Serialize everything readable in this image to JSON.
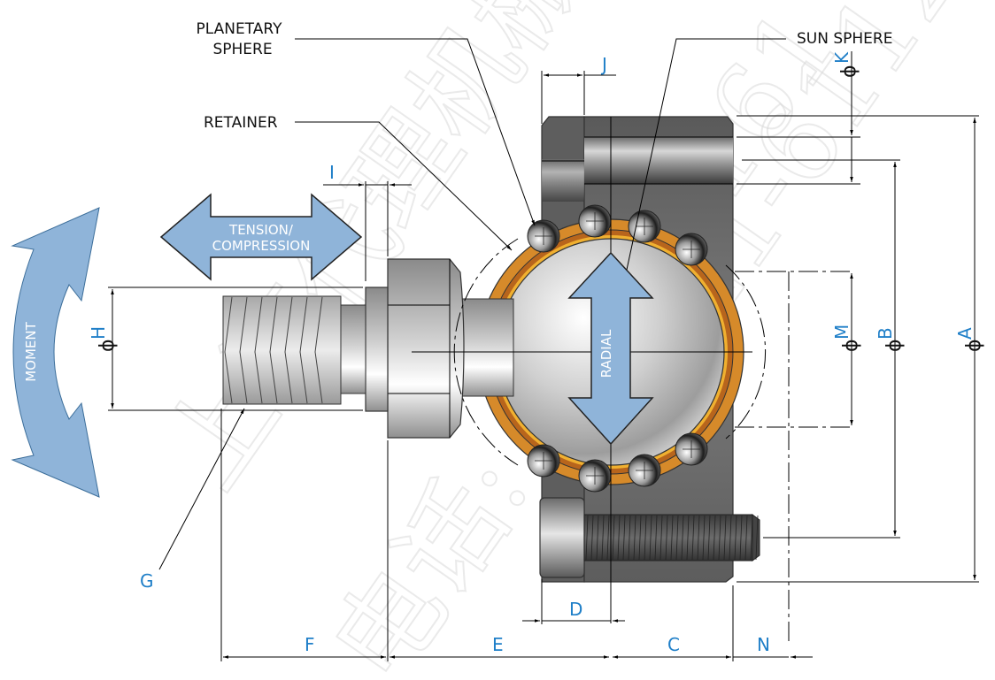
{
  "diagram": {
    "title": "Planetary sphere bearing rod end — dimensions and load directions",
    "callouts": {
      "planetary_sphere_line1": "PLANETARY",
      "planetary_sphere_line2": "SPHERE",
      "sun_sphere": "SUN SPHERE",
      "retainer": "RETAINER",
      "thread": "G"
    },
    "load_arrows": {
      "tension_line1": "TENSION/",
      "tension_line2": "COMPRESSION",
      "moment": "MOMENT",
      "radial": "RADIAL"
    },
    "dimensions": {
      "phi_symbol": "ϕ",
      "A": "A",
      "B": "B",
      "M": "M",
      "K": "K",
      "H": "H",
      "I": "I",
      "J": "J",
      "D": "D",
      "F": "F",
      "E": "E",
      "C": "C",
      "N": "N"
    },
    "colors": {
      "dimension_label": "#1f7fc8",
      "load_arrow_fill": "#8fb4d9",
      "retainer": "#c8731f",
      "housing": "#6e6e6e"
    },
    "watermark": {
      "text_1": "上海代理机械",
      "text_2": "021-61122-6",
      "text_3": "电话: 021-5161"
    }
  }
}
